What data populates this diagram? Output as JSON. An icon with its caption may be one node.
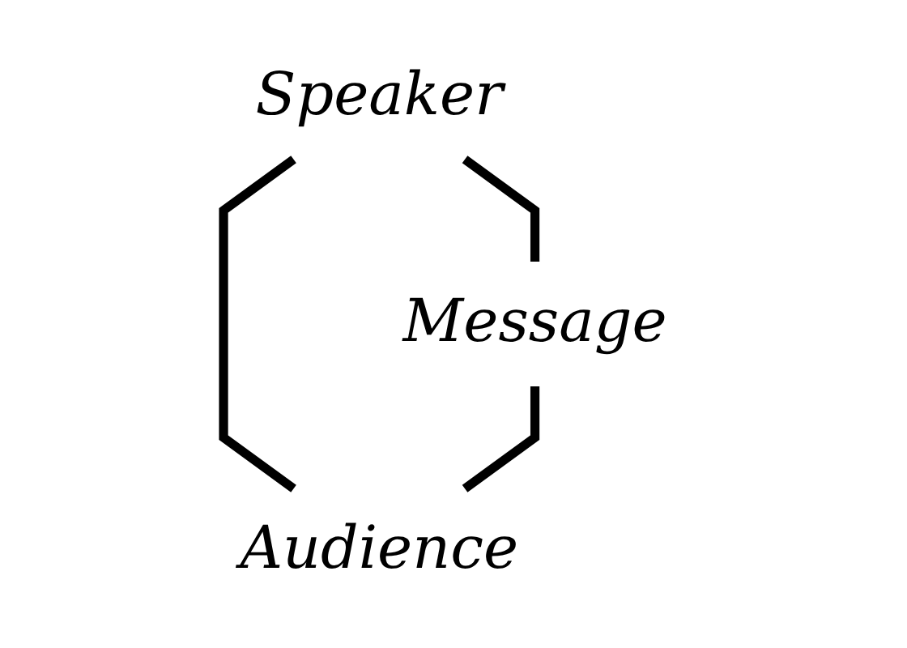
{
  "diagram": {
    "nodes": [
      {
        "text": [
          "Speaker"
        ]
      },
      {
        "text": [
          "Message"
        ]
      },
      {
        "text": [
          "Audience"
        ]
      }
    ],
    "edges": [
      {
        "from": 0,
        "to": 2,
        "arrow": "none"
      },
      {
        "from": 0,
        "to": 1,
        "arrow": "none"
      },
      {
        "from": 1,
        "to": 2,
        "arrow": "none"
      }
    ]
  }
}
